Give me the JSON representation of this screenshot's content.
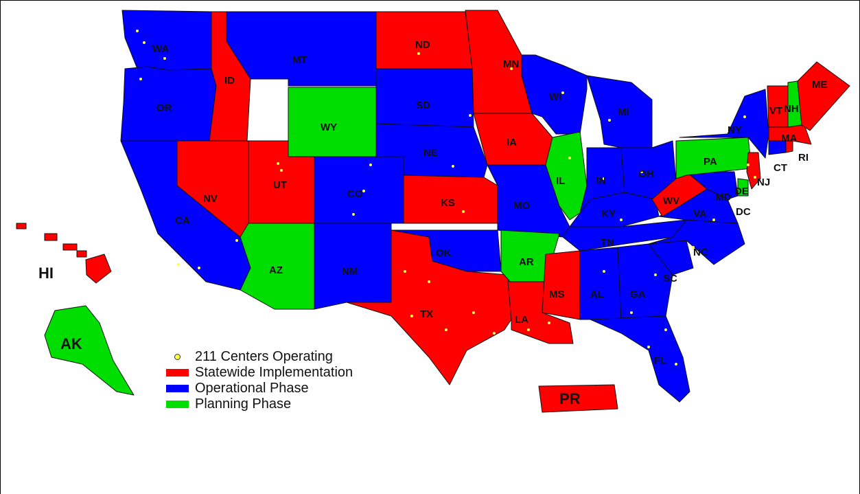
{
  "colors": {
    "statewide": "#ff0000",
    "operational": "#0000ff",
    "planning": "#00dd00",
    "center_dot": "#ffff44"
  },
  "legend": {
    "centers": "211 Centers Operating",
    "statewide": "Statewide Implementation",
    "operational": "Operational Phase",
    "planning": "Planning Phase"
  },
  "states": [
    {
      "abbr": "WA",
      "status": "operational"
    },
    {
      "abbr": "OR",
      "status": "operational"
    },
    {
      "abbr": "CA",
      "status": "operational"
    },
    {
      "abbr": "ID",
      "status": "statewide"
    },
    {
      "abbr": "NV",
      "status": "statewide"
    },
    {
      "abbr": "MT",
      "status": "operational"
    },
    {
      "abbr": "WY",
      "status": "planning"
    },
    {
      "abbr": "UT",
      "status": "statewide"
    },
    {
      "abbr": "AZ",
      "status": "planning"
    },
    {
      "abbr": "CO",
      "status": "operational"
    },
    {
      "abbr": "NM",
      "status": "operational"
    },
    {
      "abbr": "ND",
      "status": "statewide"
    },
    {
      "abbr": "SD",
      "status": "operational"
    },
    {
      "abbr": "NE",
      "status": "operational"
    },
    {
      "abbr": "KS",
      "status": "statewide"
    },
    {
      "abbr": "OK",
      "status": "operational"
    },
    {
      "abbr": "TX",
      "status": "statewide"
    },
    {
      "abbr": "MN",
      "status": "statewide"
    },
    {
      "abbr": "IA",
      "status": "statewide"
    },
    {
      "abbr": "MO",
      "status": "operational"
    },
    {
      "abbr": "AR",
      "status": "planning"
    },
    {
      "abbr": "LA",
      "status": "statewide"
    },
    {
      "abbr": "MS",
      "status": "statewide"
    },
    {
      "abbr": "WI",
      "status": "operational"
    },
    {
      "abbr": "IL",
      "status": "planning"
    },
    {
      "abbr": "MI",
      "status": "operational"
    },
    {
      "abbr": "IN",
      "status": "operational"
    },
    {
      "abbr": "OH",
      "status": "operational"
    },
    {
      "abbr": "KY",
      "status": "operational"
    },
    {
      "abbr": "TN",
      "status": "operational"
    },
    {
      "abbr": "AL",
      "status": "operational"
    },
    {
      "abbr": "GA",
      "status": "operational"
    },
    {
      "abbr": "FL",
      "status": "operational"
    },
    {
      "abbr": "SC",
      "status": "operational"
    },
    {
      "abbr": "NC",
      "status": "operational"
    },
    {
      "abbr": "VA",
      "status": "operational"
    },
    {
      "abbr": "WV",
      "status": "statewide"
    },
    {
      "abbr": "MD",
      "status": "operational"
    },
    {
      "abbr": "DE",
      "status": "planning"
    },
    {
      "abbr": "DC",
      "status": "operational"
    },
    {
      "abbr": "PA",
      "status": "planning"
    },
    {
      "abbr": "NY",
      "status": "operational"
    },
    {
      "abbr": "NJ",
      "status": "statewide"
    },
    {
      "abbr": "CT",
      "status": "operational"
    },
    {
      "abbr": "RI",
      "status": "statewide"
    },
    {
      "abbr": "MA",
      "status": "statewide"
    },
    {
      "abbr": "VT",
      "status": "statewide"
    },
    {
      "abbr": "NH",
      "status": "planning"
    },
    {
      "abbr": "ME",
      "status": "statewide"
    },
    {
      "abbr": "HI",
      "status": "statewide"
    },
    {
      "abbr": "AK",
      "status": "planning"
    },
    {
      "abbr": "PR",
      "status": "statewide"
    }
  ],
  "labels": {
    "WA": "WA",
    "OR": "OR",
    "CA": "CA",
    "ID": "ID",
    "NV": "NV",
    "MT": "MT",
    "WY": "WY",
    "UT": "UT",
    "AZ": "AZ",
    "CO": "CO",
    "NM": "NM",
    "ND": "ND",
    "SD": "SD",
    "NE": "NE",
    "KS": "KS",
    "OK": "OK",
    "TX": "TX",
    "MN": "MN",
    "IA": "IA",
    "MO": "MO",
    "AR": "AR",
    "LA": "LA",
    "MS": "MS",
    "WI": "WI",
    "IL": "IL",
    "MI": "MI",
    "IN": "IN",
    "OH": "OH",
    "KY": "KY",
    "TN": "TN",
    "AL": "AL",
    "GA": "GA",
    "FL": "FL",
    "SC": "SC",
    "NC": "NC",
    "VA": "VA",
    "WV": "WV",
    "MD": "MD",
    "DE": "DE",
    "DC": "DC",
    "PA": "PA",
    "NY": "NY",
    "NJ": "NJ",
    "CT": "CT",
    "RI": "RI",
    "MA": "MA",
    "VT": "VT",
    "NH": "NH",
    "ME": "ME",
    "HI": "HI",
    "AK": "AK",
    "PR": "PR"
  }
}
